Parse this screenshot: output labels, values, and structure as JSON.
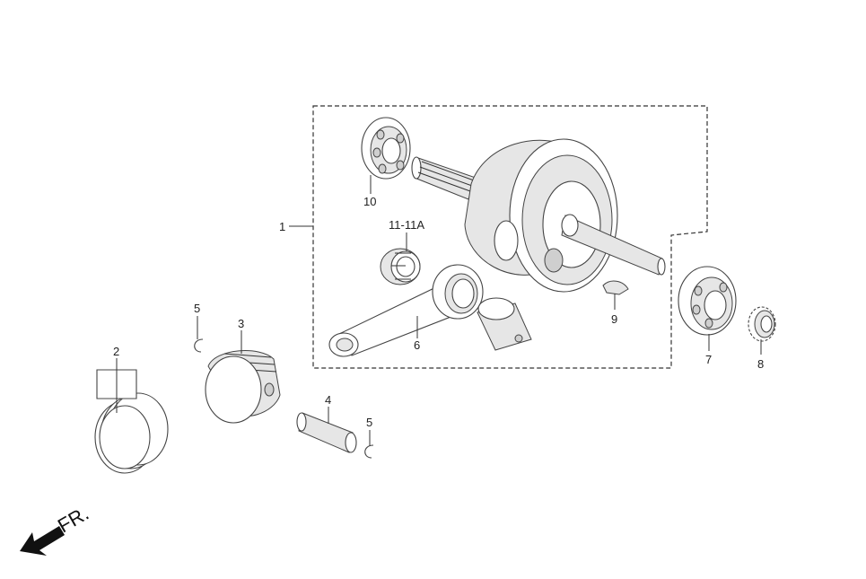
{
  "callouts": [
    {
      "id": "1",
      "text": "1"
    },
    {
      "id": "2",
      "text": "2"
    },
    {
      "id": "3",
      "text": "3"
    },
    {
      "id": "4",
      "text": "4"
    },
    {
      "id": "5a",
      "text": "5"
    },
    {
      "id": "5b",
      "text": "5"
    },
    {
      "id": "6",
      "text": "6"
    },
    {
      "id": "7",
      "text": "7"
    },
    {
      "id": "8",
      "text": "8"
    },
    {
      "id": "9",
      "text": "9"
    },
    {
      "id": "10",
      "text": "10"
    },
    {
      "id": "11",
      "text": "11-11A"
    }
  ],
  "direction_label": "FR.",
  "colors": {
    "line": "#333333",
    "fill": "#ffffff",
    "shade": "#e6e6e6"
  }
}
